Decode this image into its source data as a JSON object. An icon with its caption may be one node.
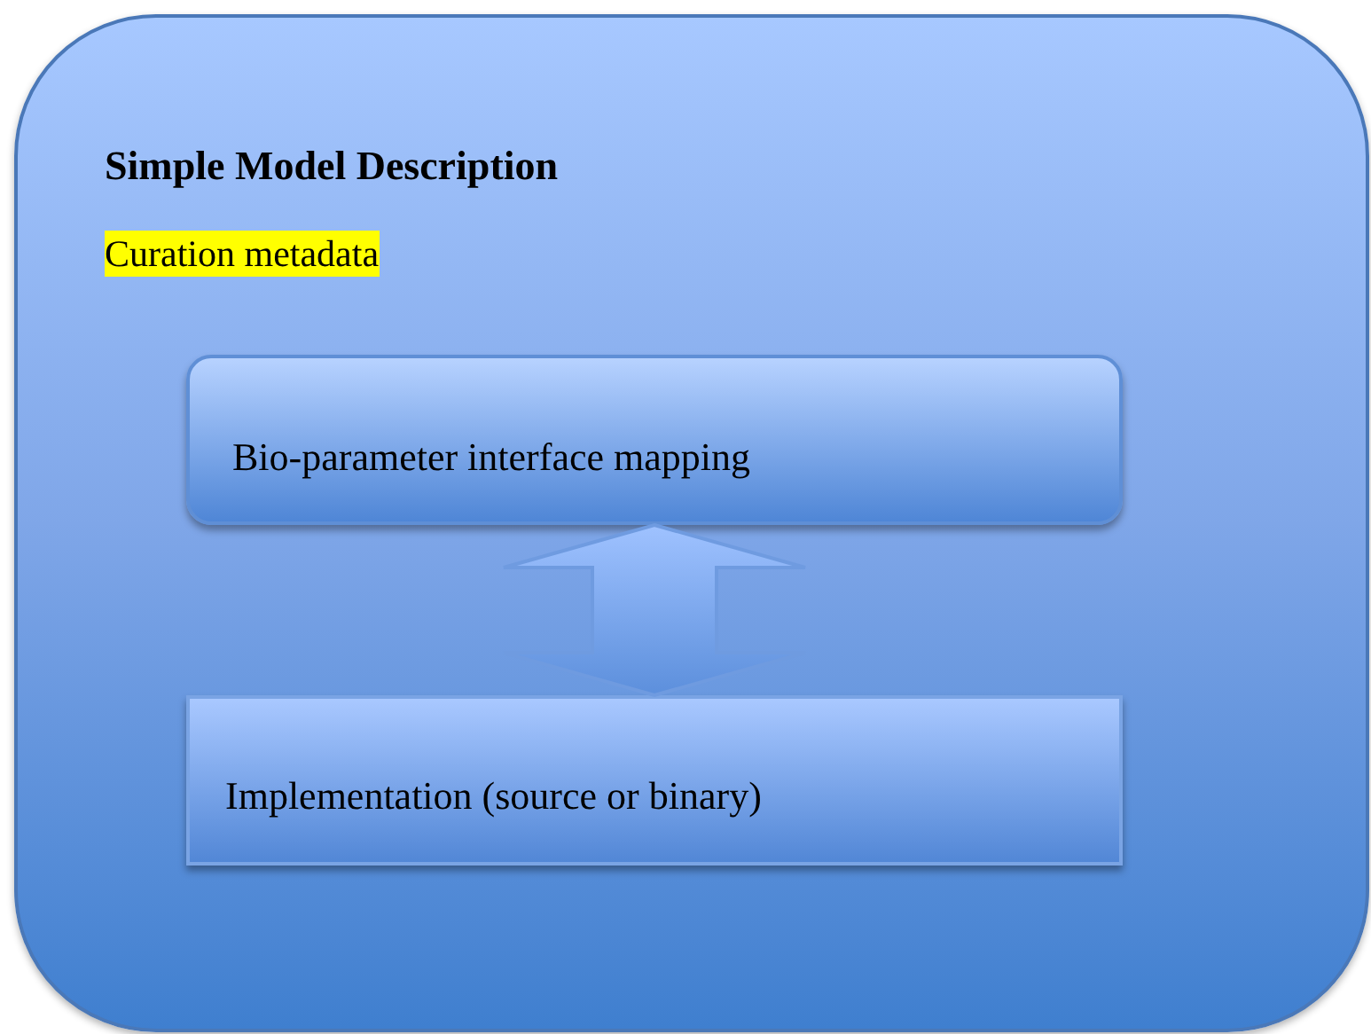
{
  "diagram": {
    "nodes": [
      {
        "text": [
          "Simple Model Description",
          "Curation metadata"
        ]
      },
      {
        "text": [
          "Bio-parameter interface mapping"
        ],
        "in": 0
      },
      {
        "text": [
          "Implementation (source or binary)"
        ],
        "in": 0
      }
    ],
    "edges": [
      {
        "from": 1,
        "to": 2,
        "arrow": "both",
        "style": "thick"
      }
    ]
  }
}
